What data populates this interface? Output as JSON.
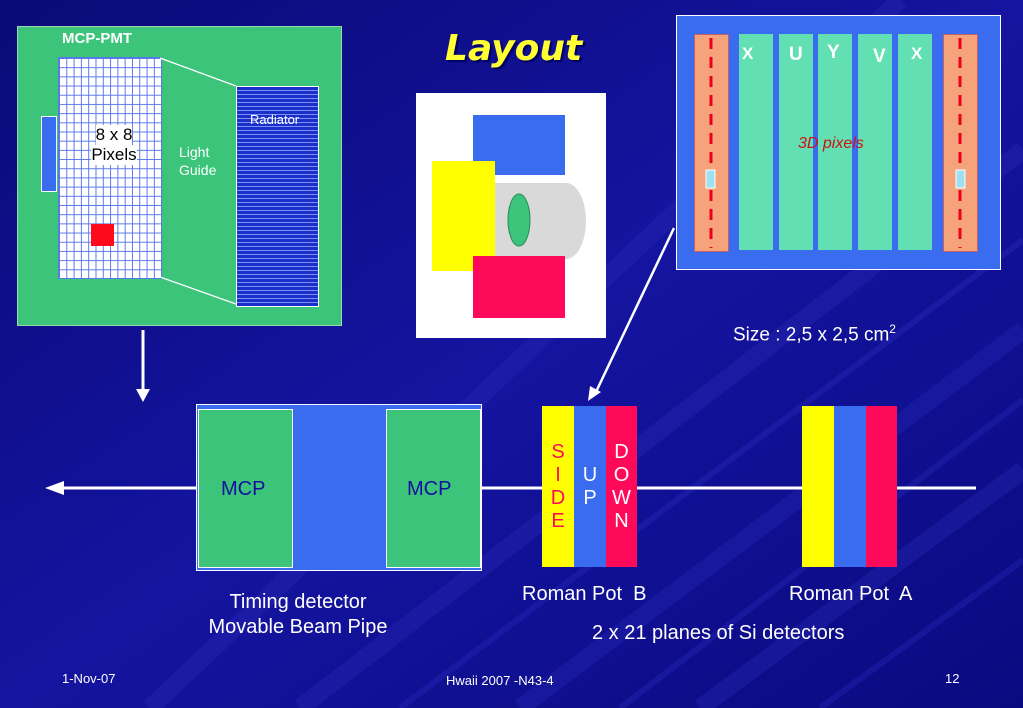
{
  "title": "Layout",
  "mcp_pmt_panel": {
    "header": "MCP-PMT",
    "pixels_label_line1": "8 x 8",
    "pixels_label_line2": "Pixels",
    "light_guide_line1": "Light",
    "light_guide_line2": "Guide",
    "radiator_label": "Radiator"
  },
  "pixel_panel": {
    "columns": [
      "X",
      "U",
      "Y",
      "V",
      "X"
    ],
    "label": "3D pixels"
  },
  "size_label": "Size : 2,5 x 2,5 cm",
  "size_superscript": "2",
  "timing_detector": {
    "mcp_left": "MCP",
    "mcp_right": "MCP",
    "caption_line1": "Timing detector",
    "caption_line2": "Movable Beam Pipe"
  },
  "roman_pot_b": {
    "side_letters": [
      "S",
      "I",
      "D",
      "E"
    ],
    "up_letters": [
      "U",
      "P"
    ],
    "down_letters": [
      "D",
      "O",
      "W",
      "N"
    ],
    "caption": "Roman Pot  B"
  },
  "roman_pot_a": {
    "caption": "Roman Pot  A"
  },
  "planes_caption": "2 x 21 planes of Si detectors",
  "footer": {
    "date": "1-Nov-07",
    "center": "Hwaii 2007 -N43-4",
    "page": "12"
  },
  "colors": {
    "background": "#0c0c8c",
    "green": "#3cc47a",
    "blue": "#3a6cf0",
    "yellow": "#ffff00",
    "magenta": "#ff0a5a",
    "title": "#ffff33",
    "teal": "#62e0b4",
    "salmon": "#f6a27a",
    "red_dash": "#e8001c"
  }
}
